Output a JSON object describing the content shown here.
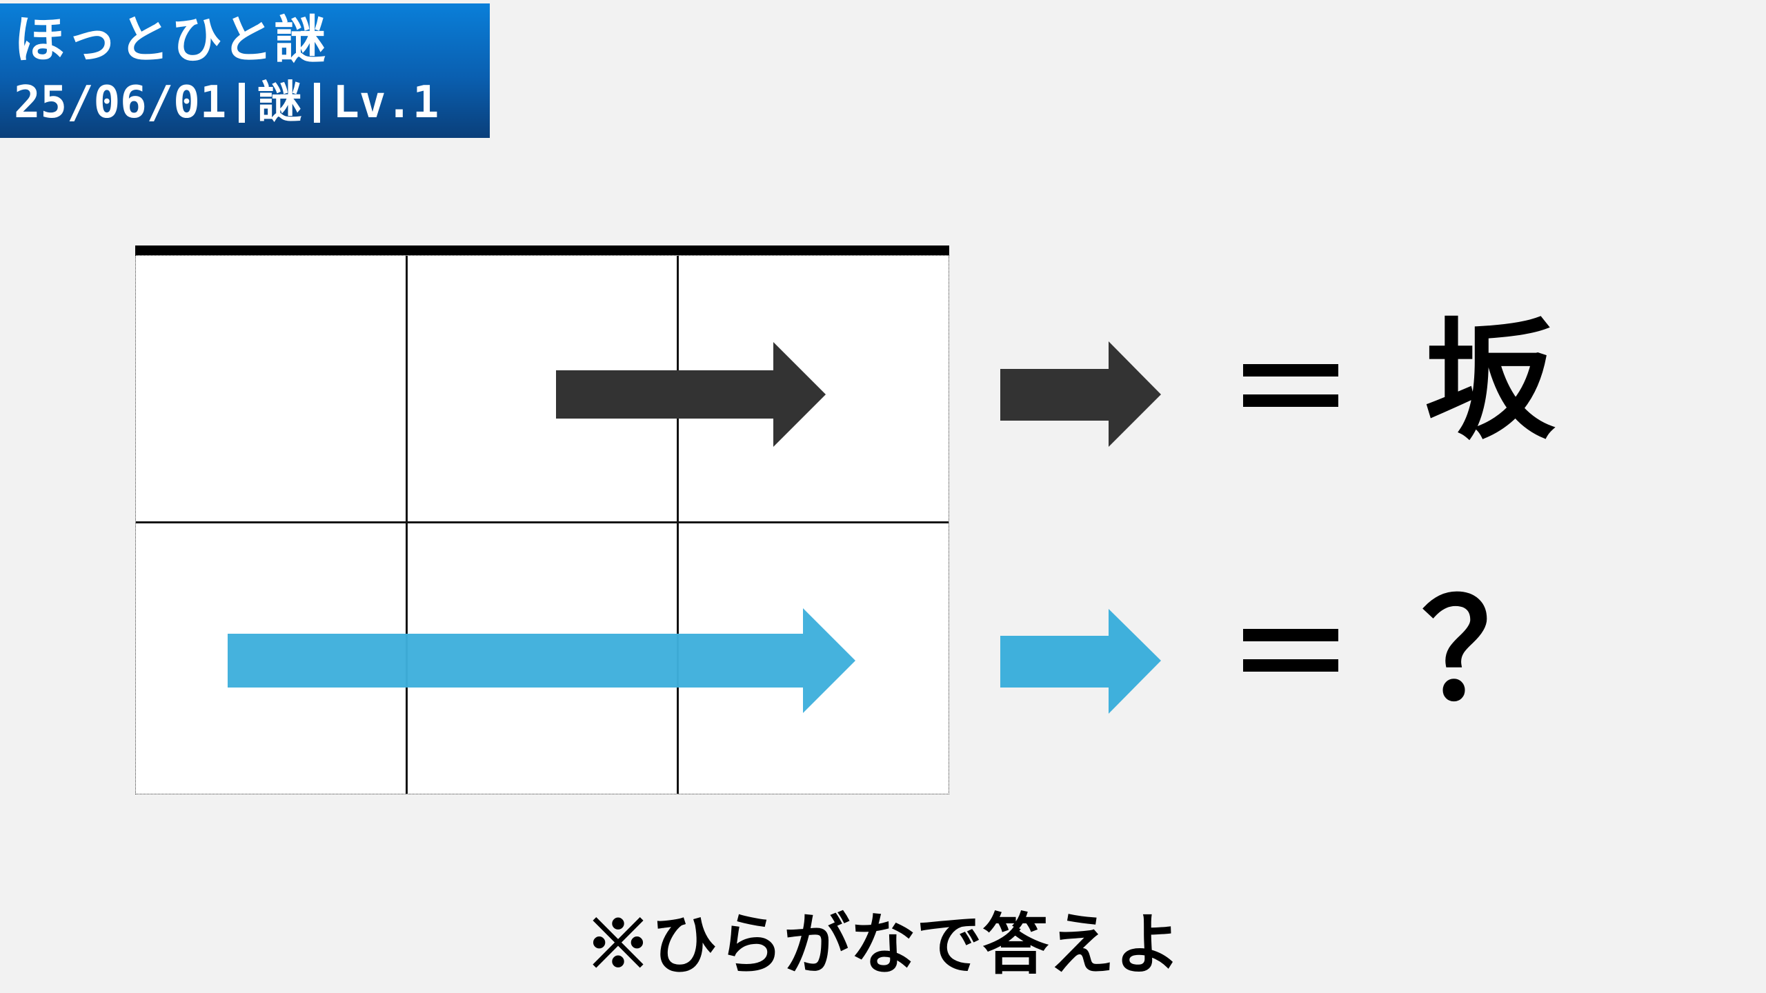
{
  "header": {
    "title": "ほっとひと謎",
    "date": "25/06/01",
    "category": "謎",
    "level": "Lv.1"
  },
  "puzzle": {
    "grid": {
      "rows": 2,
      "cols": 3
    },
    "rows": [
      {
        "arrow_color": "#333333",
        "equals": "＝",
        "answer": "坂"
      },
      {
        "arrow_color": "#3fb0dc",
        "equals": "＝",
        "answer": "？"
      }
    ]
  },
  "footer": {
    "note": "※ひらがなで答えよ"
  }
}
